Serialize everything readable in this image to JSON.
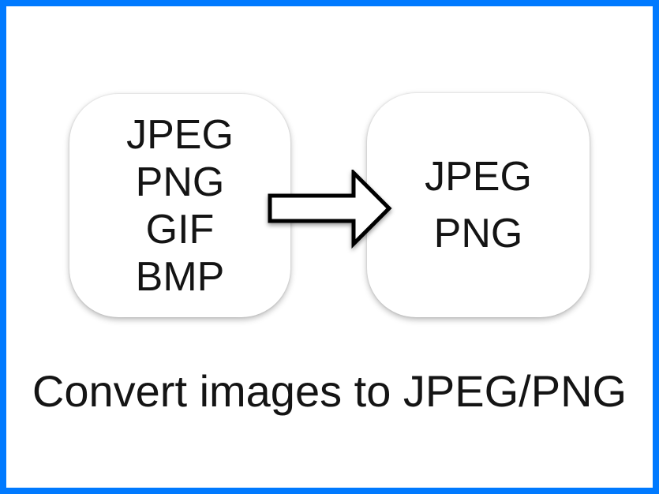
{
  "graphic": {
    "caption": "Convert images to JPEG/PNG"
  },
  "source_card": {
    "formats": [
      "JPEG",
      "PNG",
      "GIF",
      "BMP"
    ]
  },
  "target_card": {
    "formats": [
      "JPEG",
      "PNG"
    ]
  },
  "icons": {
    "arrow": "right-block-arrow"
  },
  "colors": {
    "frame_border": "#007AFF",
    "background": "#FFFFFF",
    "card_fill": "#FFFFFF",
    "text": "#141414",
    "arrow_outline": "#000000"
  }
}
